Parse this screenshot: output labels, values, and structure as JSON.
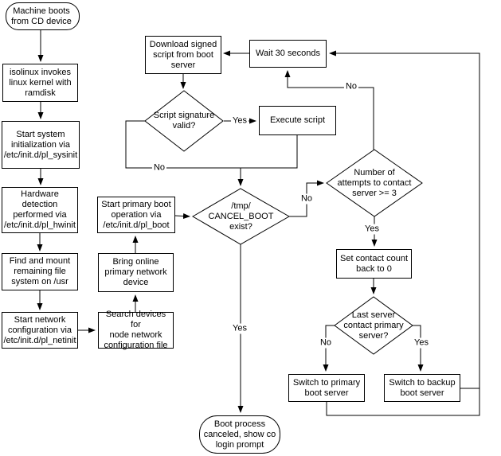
{
  "diagram": {
    "background_color": "#ffffff",
    "line_color": "#000000",
    "nodes": {
      "start": {
        "shape": "terminator",
        "label": "Machine boots\nfrom CD device"
      },
      "isolinux": {
        "shape": "process",
        "label": "isolinux invokes\nlinux kernel with\nramdisk"
      },
      "sysinit": {
        "shape": "process",
        "label": "Start system\ninitialization via\n/etc/init.d/pl_sysinit"
      },
      "hwinit": {
        "shape": "process",
        "label": "Hardware\ndetection\nperformed via\n/etc/init.d/pl_hwinit"
      },
      "findmount": {
        "shape": "process",
        "label": "Find and mount\nremaining file\nsystem on /usr"
      },
      "netinit": {
        "shape": "process",
        "label": "Start network\nconfiguration via\n/etc/init.d/pl_netinit"
      },
      "search_devices": {
        "shape": "process",
        "label": "Search devices for\nnode network\nconfiguration file"
      },
      "bring_online": {
        "shape": "process",
        "label": "Bring online\nprimary network\ndevice"
      },
      "pl_boot": {
        "shape": "process",
        "label": "Start primary boot\noperation via\n/etc/init.d/pl_boot"
      },
      "download": {
        "shape": "process",
        "label": "Download signed\nscript from boot\nserver"
      },
      "wait30": {
        "shape": "process",
        "label": "Wait 30 seconds"
      },
      "sig_valid": {
        "shape": "decision",
        "label": "Script signature\nvalid?"
      },
      "execute": {
        "shape": "process",
        "label": "Execute script"
      },
      "cancel_boot": {
        "shape": "decision",
        "label": "/tmp/\nCANCEL_BOOT\nexist?"
      },
      "attempts": {
        "shape": "decision",
        "label": "Number of\nattempts to contact\nserver >= 3"
      },
      "set_count": {
        "shape": "process",
        "label": "Set contact count\nback to 0"
      },
      "last_server": {
        "shape": "decision",
        "label": "Last server\ncontact primary\nserver?"
      },
      "switch_primary": {
        "shape": "process",
        "label": "Switch to primary\nboot server"
      },
      "switch_backup": {
        "shape": "process",
        "label": "Switch to backup\nboot server"
      },
      "end": {
        "shape": "terminator",
        "label": "Boot process\ncanceled, show co\nlogin prompt"
      }
    },
    "edge_labels": {
      "sig_yes": "Yes",
      "sig_no": "No",
      "cancel_no": "No",
      "cancel_yes": "Yes",
      "attempts_no": "No",
      "attempts_yes": "Yes",
      "last_no": "No",
      "last_yes": "Yes"
    }
  }
}
